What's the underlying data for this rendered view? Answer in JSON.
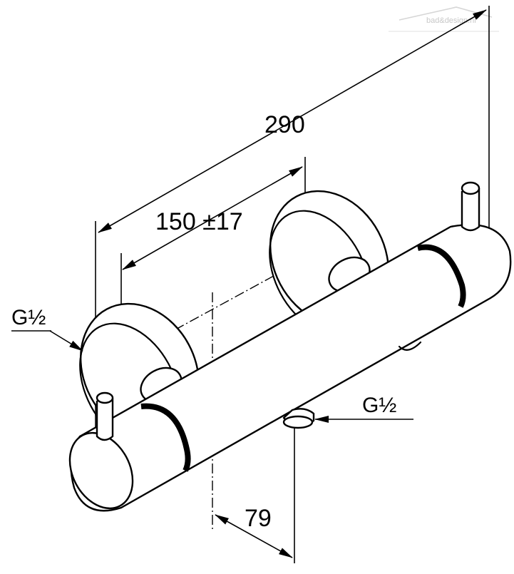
{
  "dimensions": {
    "overall_length": "290",
    "center_distance": "150 ±17",
    "outlet_offset": "79"
  },
  "threads": {
    "inlet": "G½",
    "outlet": "G½"
  },
  "watermark": "bad&design.nl"
}
